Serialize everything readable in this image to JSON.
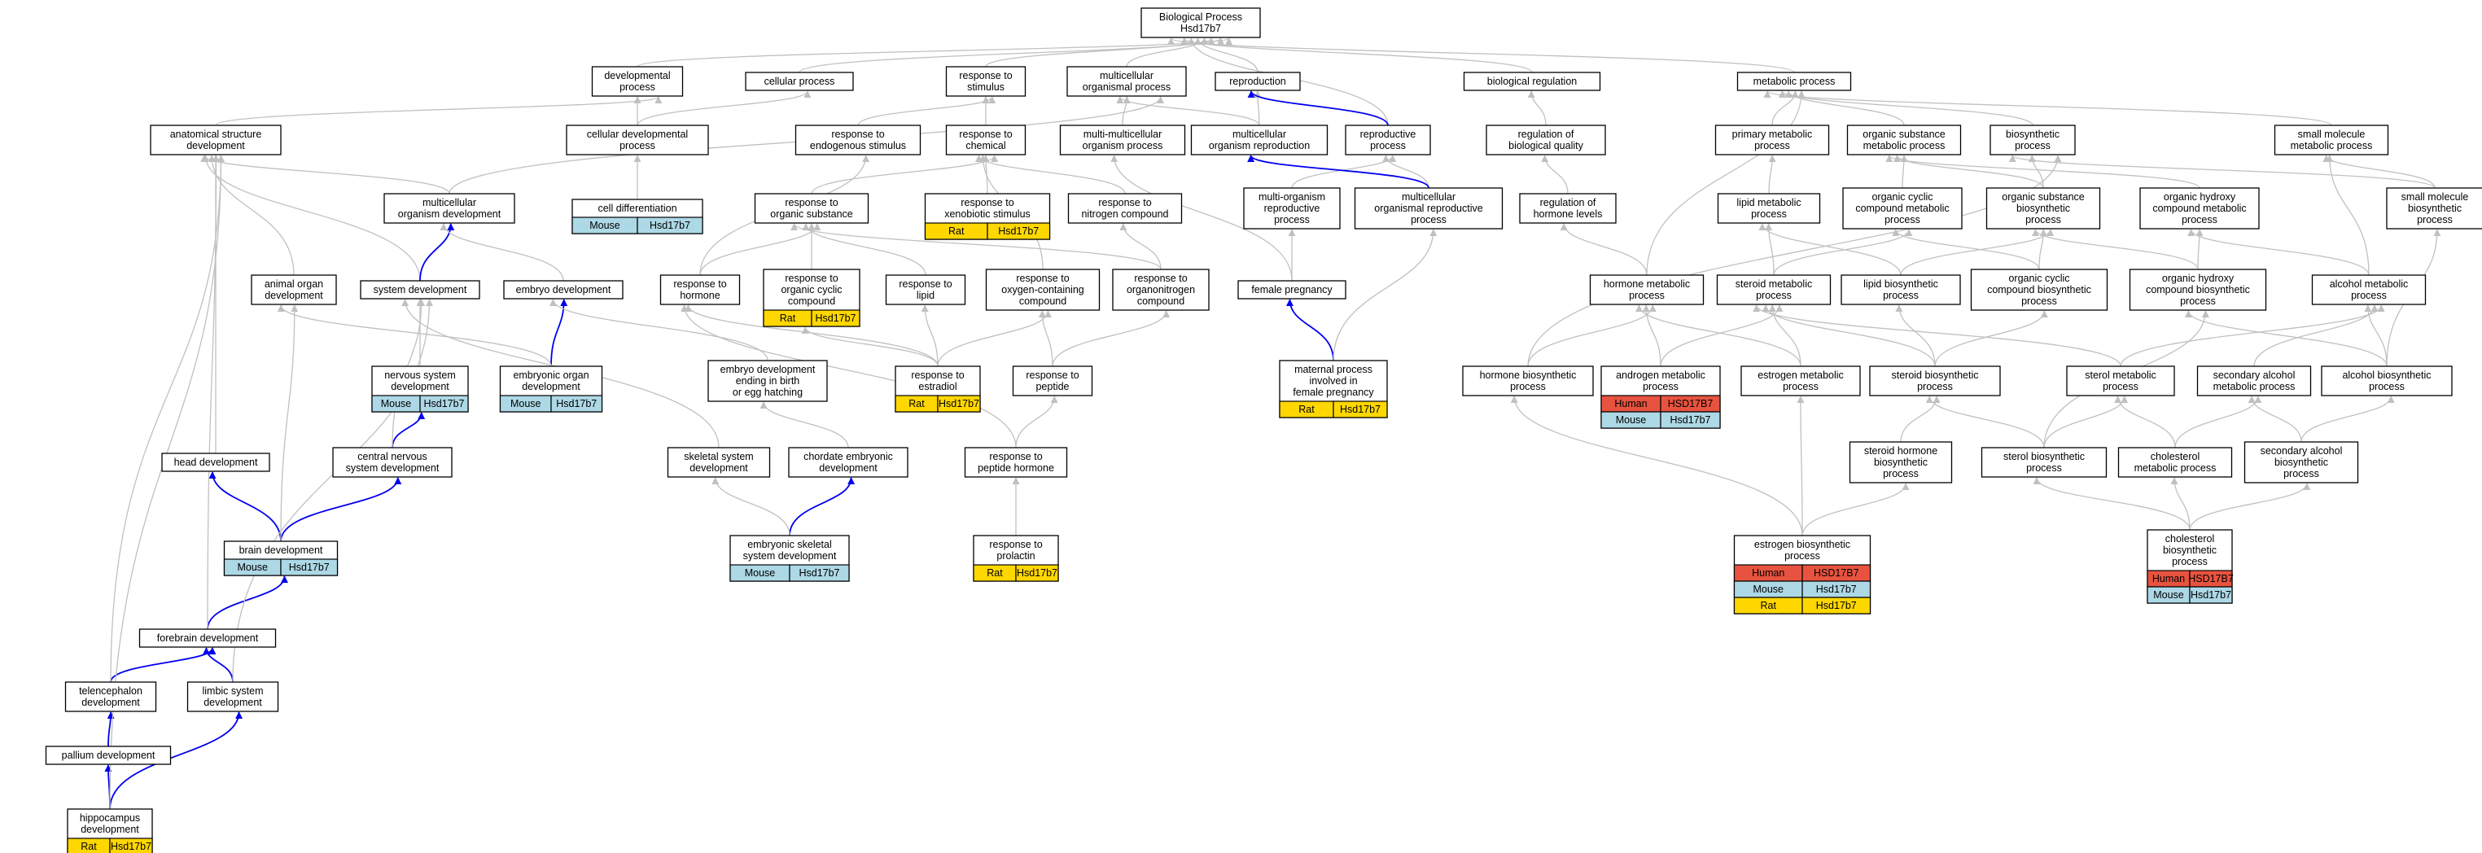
{
  "colors": {
    "Human": "#e8533f",
    "Mouse": "#add8e6",
    "Rat": "#ffd700",
    "edge_gray": "#c0c0c0",
    "edge_blue": "#0000ee"
  },
  "nodes": [
    {
      "id": "root",
      "lines": [
        "Biological Process",
        "Hsd17b7"
      ]
    },
    {
      "id": "devproc",
      "lines": [
        "developmental",
        "process"
      ]
    },
    {
      "id": "cellproc",
      "lines": [
        "cellular process"
      ]
    },
    {
      "id": "respstim",
      "lines": [
        "response to",
        "stimulus"
      ]
    },
    {
      "id": "multiproc",
      "lines": [
        "multicellular",
        "organismal process"
      ]
    },
    {
      "id": "repro",
      "lines": [
        "reproduction"
      ]
    },
    {
      "id": "bioreg",
      "lines": [
        "biological regulation"
      ]
    },
    {
      "id": "metab",
      "lines": [
        "metabolic process"
      ]
    },
    {
      "id": "anatdev",
      "lines": [
        "anatomical structure",
        "development"
      ]
    },
    {
      "id": "celldevproc",
      "lines": [
        "cellular developmental",
        "process"
      ]
    },
    {
      "id": "respendo",
      "lines": [
        "response to",
        "endogenous stimulus"
      ]
    },
    {
      "id": "respchem",
      "lines": [
        "response to",
        "chemical"
      ]
    },
    {
      "id": "multimulti",
      "lines": [
        "multi-multicellular",
        "organism process"
      ]
    },
    {
      "id": "multirepro",
      "lines": [
        "multicellular",
        "organism reproduction"
      ]
    },
    {
      "id": "reproproc",
      "lines": [
        "reproductive",
        "process"
      ]
    },
    {
      "id": "regbioqual",
      "lines": [
        "regulation of",
        "biological quality"
      ]
    },
    {
      "id": "primmetab",
      "lines": [
        "primary metabolic",
        "process"
      ]
    },
    {
      "id": "orgsubmetab",
      "lines": [
        "organic substance",
        "metabolic process"
      ]
    },
    {
      "id": "biosynth",
      "lines": [
        "biosynthetic",
        "process"
      ]
    },
    {
      "id": "smallmol",
      "lines": [
        "small molecule",
        "metabolic process"
      ]
    },
    {
      "id": "multiorgdev",
      "lines": [
        "multicellular",
        "organism development"
      ]
    },
    {
      "id": "celldiff",
      "lines": [
        "cell differentiation"
      ],
      "species": [
        {
          "sp": "Mouse",
          "gene": "Hsd17b7"
        }
      ]
    },
    {
      "id": "resporgsub",
      "lines": [
        "response to",
        "organic substance"
      ]
    },
    {
      "id": "respxeno",
      "lines": [
        "response to",
        "xenobiotic stimulus"
      ],
      "species": [
        {
          "sp": "Rat",
          "gene": "Hsd17b7"
        }
      ]
    },
    {
      "id": "respnitro",
      "lines": [
        "response to",
        "nitrogen compound"
      ]
    },
    {
      "id": "multiorgrepro",
      "lines": [
        "multi-organism",
        "reproductive",
        "process"
      ]
    },
    {
      "id": "multiorgreproproc",
      "lines": [
        "multicellular",
        "organismal reproductive",
        "process"
      ]
    },
    {
      "id": "reghormone",
      "lines": [
        "regulation of",
        "hormone levels"
      ]
    },
    {
      "id": "lipidmetab",
      "lines": [
        "lipid metabolic",
        "process"
      ]
    },
    {
      "id": "orgcyclicmetab",
      "lines": [
        "organic cyclic",
        "compound metabolic",
        "process"
      ]
    },
    {
      "id": "orgsubbiosyn",
      "lines": [
        "organic substance",
        "biosynthetic",
        "process"
      ]
    },
    {
      "id": "orghydroxymetab",
      "lines": [
        "organic hydroxy",
        "compound metabolic",
        "process"
      ]
    },
    {
      "id": "smallmolbiosyn",
      "lines": [
        "small molecule",
        "biosynthetic",
        "process"
      ]
    },
    {
      "id": "animalorgan",
      "lines": [
        "animal organ",
        "development"
      ]
    },
    {
      "id": "sysdev",
      "lines": [
        "system development"
      ]
    },
    {
      "id": "embryodev",
      "lines": [
        "embryo development"
      ]
    },
    {
      "id": "resphormone",
      "lines": [
        "response to",
        "hormone"
      ]
    },
    {
      "id": "resporgcyclic",
      "lines": [
        "response to",
        "organic cyclic",
        "compound"
      ],
      "species": [
        {
          "sp": "Rat",
          "gene": "Hsd17b7"
        }
      ]
    },
    {
      "id": "resplipid",
      "lines": [
        "response to",
        "lipid"
      ]
    },
    {
      "id": "respoxy",
      "lines": [
        "response to",
        "oxygen-containing",
        "compound"
      ]
    },
    {
      "id": "resporganonitro",
      "lines": [
        "response to",
        "organonitrogen",
        "compound"
      ]
    },
    {
      "id": "femalepreg",
      "lines": [
        "female pregnancy"
      ]
    },
    {
      "id": "hormonemetab",
      "lines": [
        "hormone metabolic",
        "process"
      ]
    },
    {
      "id": "steroidmetab",
      "lines": [
        "steroid metabolic",
        "process"
      ]
    },
    {
      "id": "lipidbiosyn",
      "lines": [
        "lipid biosynthetic",
        "process"
      ]
    },
    {
      "id": "orgcyclicbiosyn",
      "lines": [
        "organic cyclic",
        "compound biosynthetic",
        "process"
      ]
    },
    {
      "id": "orghydroxybiosyn",
      "lines": [
        "organic hydroxy",
        "compound biosynthetic",
        "process"
      ]
    },
    {
      "id": "alcoholmetab",
      "lines": [
        "alcohol metabolic",
        "process"
      ]
    },
    {
      "id": "nervsysdev",
      "lines": [
        "nervous system",
        "development"
      ],
      "species": [
        {
          "sp": "Mouse",
          "gene": "Hsd17b7"
        }
      ]
    },
    {
      "id": "embryoorgan",
      "lines": [
        "embryonic organ",
        "development"
      ],
      "species": [
        {
          "sp": "Mouse",
          "gene": "Hsd17b7"
        }
      ]
    },
    {
      "id": "embryobirth",
      "lines": [
        "embryo development",
        "ending in birth",
        "or egg hatching"
      ]
    },
    {
      "id": "respestradiol",
      "lines": [
        "response to",
        "estradiol"
      ],
      "species": [
        {
          "sp": "Rat",
          "gene": "Hsd17b7"
        }
      ]
    },
    {
      "id": "resppeptide",
      "lines": [
        "response to",
        "peptide"
      ]
    },
    {
      "id": "maternal",
      "lines": [
        "maternal process",
        "involved in",
        "female pregnancy"
      ],
      "species": [
        {
          "sp": "Rat",
          "gene": "Hsd17b7"
        }
      ]
    },
    {
      "id": "hormonebiosyn",
      "lines": [
        "hormone biosynthetic",
        "process"
      ]
    },
    {
      "id": "androgenmetab",
      "lines": [
        "androgen metabolic",
        "process"
      ],
      "species": [
        {
          "sp": "Human",
          "gene": "HSD17B7"
        },
        {
          "sp": "Mouse",
          "gene": "Hsd17b7"
        }
      ]
    },
    {
      "id": "estrogenmetab",
      "lines": [
        "estrogen metabolic",
        "process"
      ]
    },
    {
      "id": "steroidbiosyn",
      "lines": [
        "steroid biosynthetic",
        "process"
      ]
    },
    {
      "id": "sterolmetab",
      "lines": [
        "sterol metabolic",
        "process"
      ]
    },
    {
      "id": "secalcmetab",
      "lines": [
        "secondary alcohol",
        "metabolic process"
      ]
    },
    {
      "id": "alcoholbiosyn",
      "lines": [
        "alcohol biosynthetic",
        "process"
      ]
    },
    {
      "id": "headdev",
      "lines": [
        "head development"
      ]
    },
    {
      "id": "cnsdev",
      "lines": [
        "central nervous",
        "system development"
      ]
    },
    {
      "id": "skeletaldev",
      "lines": [
        "skeletal system",
        "development"
      ]
    },
    {
      "id": "chordate",
      "lines": [
        "chordate embryonic",
        "development"
      ]
    },
    {
      "id": "resppephormone",
      "lines": [
        "response to",
        "peptide hormone"
      ]
    },
    {
      "id": "steroidhormbiosyn",
      "lines": [
        "steroid hormone",
        "biosynthetic",
        "process"
      ]
    },
    {
      "id": "sterolbiosyn",
      "lines": [
        "sterol biosynthetic",
        "process"
      ]
    },
    {
      "id": "cholmetab",
      "lines": [
        "cholesterol",
        "metabolic process"
      ]
    },
    {
      "id": "secalcbiosyn",
      "lines": [
        "secondary alcohol",
        "biosynthetic",
        "process"
      ]
    },
    {
      "id": "braindev",
      "lines": [
        "brain development"
      ],
      "species": [
        {
          "sp": "Mouse",
          "gene": "Hsd17b7"
        }
      ]
    },
    {
      "id": "embskeletal",
      "lines": [
        "embryonic skeletal",
        "system development"
      ],
      "species": [
        {
          "sp": "Mouse",
          "gene": "Hsd17b7"
        }
      ]
    },
    {
      "id": "respprolactin",
      "lines": [
        "response to",
        "prolactin"
      ],
      "species": [
        {
          "sp": "Rat",
          "gene": "Hsd17b7"
        }
      ]
    },
    {
      "id": "estrogenbiosyn",
      "lines": [
        "estrogen biosynthetic",
        "process"
      ],
      "species": [
        {
          "sp": "Human",
          "gene": "HSD17B7"
        },
        {
          "sp": "Mouse",
          "gene": "Hsd17b7"
        },
        {
          "sp": "Rat",
          "gene": "Hsd17b7"
        }
      ]
    },
    {
      "id": "cholbiosyn",
      "lines": [
        "cholesterol",
        "biosynthetic",
        "process"
      ],
      "species": [
        {
          "sp": "Human",
          "gene": "HSD17B7"
        },
        {
          "sp": "Mouse",
          "gene": "Hsd17b7"
        }
      ]
    },
    {
      "id": "forebraindev",
      "lines": [
        "forebrain development"
      ]
    },
    {
      "id": "telencephalon",
      "lines": [
        "telencephalon",
        "development"
      ]
    },
    {
      "id": "limbic",
      "lines": [
        "limbic system",
        "development"
      ]
    },
    {
      "id": "pallium",
      "lines": [
        "pallium development"
      ]
    },
    {
      "id": "hippocampus",
      "lines": [
        "hippocampus",
        "development"
      ],
      "species": [
        {
          "sp": "Rat",
          "gene": "Hsd17b7"
        }
      ]
    }
  ],
  "edges": [
    {
      "from": "devproc",
      "to": "root"
    },
    {
      "from": "cellproc",
      "to": "root"
    },
    {
      "from": "respstim",
      "to": "root"
    },
    {
      "from": "multiproc",
      "to": "root"
    },
    {
      "from": "repro",
      "to": "root"
    },
    {
      "from": "bioreg",
      "to": "root"
    },
    {
      "from": "metab",
      "to": "root"
    },
    {
      "from": "reproproc",
      "to": "root"
    },
    {
      "from": "anatdev",
      "to": "devproc"
    },
    {
      "from": "celldevproc",
      "to": "devproc"
    },
    {
      "from": "celldevproc",
      "to": "cellproc"
    },
    {
      "from": "respendo",
      "to": "respstim"
    },
    {
      "from": "respchem",
      "to": "respstim"
    },
    {
      "from": "multimulti",
      "to": "multiproc"
    },
    {
      "from": "multirepro",
      "to": "multiproc"
    },
    {
      "from": "multirepro",
      "to": "repro"
    },
    {
      "from": "reproproc",
      "to": "repro",
      "color": "blue"
    },
    {
      "from": "regbioqual",
      "to": "bioreg"
    },
    {
      "from": "primmetab",
      "to": "metab"
    },
    {
      "from": "orgsubmetab",
      "to": "metab"
    },
    {
      "from": "biosynth",
      "to": "metab"
    },
    {
      "from": "smallmol",
      "to": "metab"
    },
    {
      "from": "multiorgdev",
      "to": "anatdev"
    },
    {
      "from": "multiorgdev",
      "to": "multiproc"
    },
    {
      "from": "celldiff",
      "to": "celldevproc"
    },
    {
      "from": "resporgsub",
      "to": "respchem"
    },
    {
      "from": "respxeno",
      "to": "respchem"
    },
    {
      "from": "respnitro",
      "to": "respchem"
    },
    {
      "from": "multiorgrepro",
      "to": "reproproc"
    },
    {
      "from": "multiorgreproproc",
      "to": "reproproc"
    },
    {
      "from": "multiorgreproproc",
      "to": "multirepro",
      "color": "blue"
    },
    {
      "from": "reghormone",
      "to": "regbioqual"
    },
    {
      "from": "lipidmetab",
      "to": "primmetab"
    },
    {
      "from": "orgcyclicmetab",
      "to": "orgsubmetab"
    },
    {
      "from": "orgsubbiosyn",
      "to": "orgsubmetab"
    },
    {
      "from": "orgsubbiosyn",
      "to": "biosynth"
    },
    {
      "from": "orghydroxymetab",
      "to": "orgsubmetab"
    },
    {
      "from": "smallmolbiosyn",
      "to": "smallmol"
    },
    {
      "from": "smallmolbiosyn",
      "to": "biosynth"
    },
    {
      "from": "animalorgan",
      "to": "anatdev"
    },
    {
      "from": "sysdev",
      "to": "anatdev"
    },
    {
      "from": "sysdev",
      "to": "multiorgdev",
      "color": "blue"
    },
    {
      "from": "embryodev",
      "to": "multiorgdev"
    },
    {
      "from": "resphormone",
      "to": "resporgsub"
    },
    {
      "from": "resphormone",
      "to": "respendo"
    },
    {
      "from": "resporgcyclic",
      "to": "resporgsub"
    },
    {
      "from": "resplipid",
      "to": "resporgsub"
    },
    {
      "from": "respoxy",
      "to": "respchem"
    },
    {
      "from": "resporganonitro",
      "to": "respnitro"
    },
    {
      "from": "resporganonitro",
      "to": "resporgsub"
    },
    {
      "from": "femalepreg",
      "to": "multiorgrepro"
    },
    {
      "from": "femalepreg",
      "to": "multimulti"
    },
    {
      "from": "hormonemetab",
      "to": "reghormone"
    },
    {
      "from": "hormonemetab",
      "to": "metab"
    },
    {
      "from": "steroidmetab",
      "to": "lipidmetab"
    },
    {
      "from": "steroidmetab",
      "to": "orgcyclicmetab"
    },
    {
      "from": "lipidbiosyn",
      "to": "lipidmetab"
    },
    {
      "from": "lipidbiosyn",
      "to": "orgsubbiosyn"
    },
    {
      "from": "orgcyclicbiosyn",
      "to": "orgcyclicmetab"
    },
    {
      "from": "orgcyclicbiosyn",
      "to": "orgsubbiosyn"
    },
    {
      "from": "orghydroxybiosyn",
      "to": "orghydroxymetab"
    },
    {
      "from": "orghydroxybiosyn",
      "to": "orgsubbiosyn"
    },
    {
      "from": "alcoholmetab",
      "to": "orghydroxymetab"
    },
    {
      "from": "alcoholmetab",
      "to": "smallmol"
    },
    {
      "from": "nervsysdev",
      "to": "sysdev"
    },
    {
      "from": "embryoorgan",
      "to": "embryodev",
      "color": "blue"
    },
    {
      "from": "embryoorgan",
      "to": "animalorgan"
    },
    {
      "from": "embryobirth",
      "to": "embryodev"
    },
    {
      "from": "respestradiol",
      "to": "resplipid"
    },
    {
      "from": "respestradiol",
      "to": "resphormone"
    },
    {
      "from": "respestradiol",
      "to": "respoxy"
    },
    {
      "from": "respestradiol",
      "to": "resporgcyclic"
    },
    {
      "from": "resppeptide",
      "to": "respoxy"
    },
    {
      "from": "resppeptide",
      "to": "resporganonitro"
    },
    {
      "from": "maternal",
      "to": "femalepreg",
      "color": "blue"
    },
    {
      "from": "maternal",
      "to": "multiorgreproproc"
    },
    {
      "from": "hormonebiosyn",
      "to": "hormonemetab"
    },
    {
      "from": "hormonebiosyn",
      "to": "biosynth"
    },
    {
      "from": "androgenmetab",
      "to": "hormonemetab"
    },
    {
      "from": "androgenmetab",
      "to": "steroidmetab"
    },
    {
      "from": "estrogenmetab",
      "to": "hormonemetab"
    },
    {
      "from": "estrogenmetab",
      "to": "steroidmetab"
    },
    {
      "from": "steroidbiosyn",
      "to": "steroidmetab"
    },
    {
      "from": "steroidbiosyn",
      "to": "lipidbiosyn"
    },
    {
      "from": "steroidbiosyn",
      "to": "orgcyclicbiosyn"
    },
    {
      "from": "sterolmetab",
      "to": "steroidmetab"
    },
    {
      "from": "sterolmetab",
      "to": "alcoholmetab"
    },
    {
      "from": "secalcmetab",
      "to": "alcoholmetab"
    },
    {
      "from": "alcoholbiosyn",
      "to": "alcoholmetab"
    },
    {
      "from": "alcoholbiosyn",
      "to": "orghydroxybiosyn"
    },
    {
      "from": "alcoholbiosyn",
      "to": "smallmolbiosyn"
    },
    {
      "from": "headdev",
      "to": "anatdev"
    },
    {
      "from": "cnsdev",
      "to": "nervsysdev",
      "color": "blue"
    },
    {
      "from": "skeletaldev",
      "to": "sysdev"
    },
    {
      "from": "chordate",
      "to": "embryobirth"
    },
    {
      "from": "resppephormone",
      "to": "resppeptide"
    },
    {
      "from": "resppephormone",
      "to": "resphormone"
    },
    {
      "from": "steroidhormbiosyn",
      "to": "steroidbiosyn"
    },
    {
      "from": "sterolbiosyn",
      "to": "steroidbiosyn"
    },
    {
      "from": "sterolbiosyn",
      "to": "sterolmetab"
    },
    {
      "from": "sterolbiosyn",
      "to": "orghydroxybiosyn"
    },
    {
      "from": "cholmetab",
      "to": "sterolmetab"
    },
    {
      "from": "cholmetab",
      "to": "secalcmetab"
    },
    {
      "from": "secalcbiosyn",
      "to": "secalcmetab"
    },
    {
      "from": "secalcbiosyn",
      "to": "alcoholbiosyn"
    },
    {
      "from": "braindev",
      "to": "headdev",
      "color": "blue"
    },
    {
      "from": "braindev",
      "to": "cnsdev",
      "color": "blue"
    },
    {
      "from": "braindev",
      "to": "animalorgan"
    },
    {
      "from": "embskeletal",
      "to": "chordate",
      "color": "blue"
    },
    {
      "from": "embskeletal",
      "to": "skeletaldev"
    },
    {
      "from": "respprolactin",
      "to": "resppephormone"
    },
    {
      "from": "estrogenbiosyn",
      "to": "estrogenmetab"
    },
    {
      "from": "estrogenbiosyn",
      "to": "steroidhormbiosyn"
    },
    {
      "from": "estrogenbiosyn",
      "to": "hormonebiosyn"
    },
    {
      "from": "cholbiosyn",
      "to": "cholmetab"
    },
    {
      "from": "cholbiosyn",
      "to": "sterolbiosyn"
    },
    {
      "from": "cholbiosyn",
      "to": "secalcbiosyn"
    },
    {
      "from": "forebraindev",
      "to": "braindev",
      "color": "blue"
    },
    {
      "from": "forebraindev",
      "to": "anatdev"
    },
    {
      "from": "telencephalon",
      "to": "forebraindev",
      "color": "blue"
    },
    {
      "from": "telencephalon",
      "to": "anatdev"
    },
    {
      "from": "limbic",
      "to": "forebraindev",
      "color": "blue"
    },
    {
      "from": "limbic",
      "to": "sysdev"
    },
    {
      "from": "pallium",
      "to": "telencephalon",
      "color": "blue"
    },
    {
      "from": "hippocampus",
      "to": "pallium",
      "color": "blue"
    },
    {
      "from": "hippocampus",
      "to": "limbic",
      "color": "blue"
    },
    {
      "from": "hippocampus",
      "to": "anatdev"
    },
    {
      "from": "cnsdev",
      "to": "sysdev"
    }
  ]
}
